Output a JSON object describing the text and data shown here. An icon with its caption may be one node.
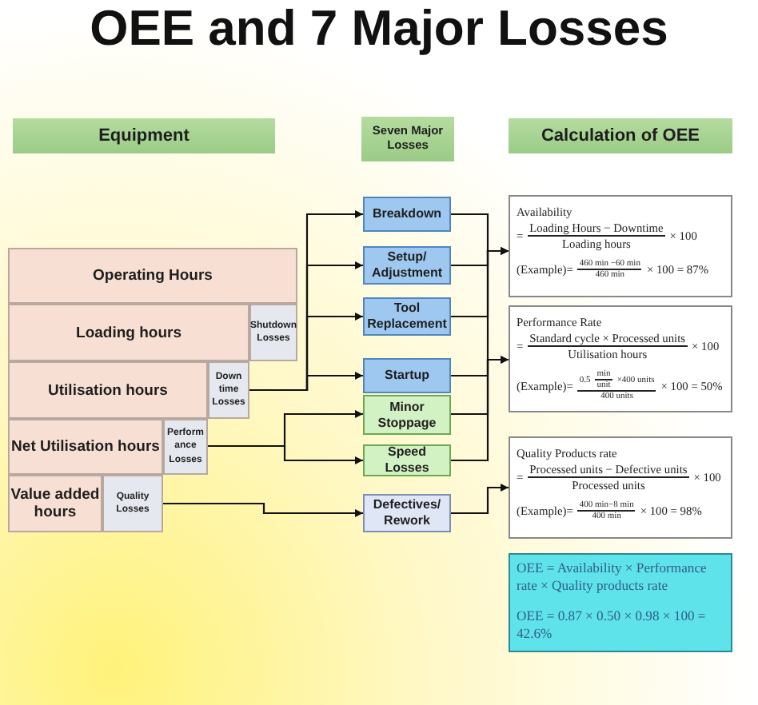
{
  "diagram": {
    "title": "OEE and 7 Major Losses",
    "nodes": [
      {
        "text": [
          "Equipment"
        ]
      },
      {
        "text": [
          "Seven Major Losses"
        ]
      },
      {
        "text": [
          "Calculation of OEE"
        ]
      },
      {
        "text": [
          "Operating Hours"
        ]
      },
      {
        "text": [
          "Loading hours"
        ]
      },
      {
        "text": [
          "Shutdown Losses"
        ]
      },
      {
        "text": [
          "Utilisation hours"
        ]
      },
      {
        "text": [
          "Down time Losses"
        ]
      },
      {
        "text": [
          "Net Utilisation hours"
        ]
      },
      {
        "text": [
          "Perform ance Losses"
        ]
      },
      {
        "text": [
          "Value added hours"
        ]
      },
      {
        "text": [
          "Quality Losses"
        ]
      },
      {
        "text": [
          "Breakdown"
        ]
      },
      {
        "text": [
          "Setup/ Adjustment"
        ]
      },
      {
        "text": [
          "Tool Replacement"
        ]
      },
      {
        "text": [
          "Startup"
        ]
      },
      {
        "text": [
          "Minor Stoppage"
        ]
      },
      {
        "text": [
          "Speed Losses"
        ]
      },
      {
        "text": [
          "Defectives/ Rework"
        ]
      },
      {
        "text": [
          "Availability",
          "=",
          "Loading Hours − Downtime",
          "Loading hours",
          "× 100",
          "(Example)",
          "=",
          "460 min −60 min",
          "460 min",
          "× 100 = 87%"
        ]
      },
      {
        "text": [
          "Performance Rate",
          "=",
          "Standard cycle × Processed units",
          "Utilisation hours",
          "× 100",
          "(Example)",
          "=",
          "0.5",
          "min",
          "unit",
          "×400 units",
          "400 units",
          "× 100 = 50%"
        ]
      },
      {
        "text": [
          "Quality Products rate",
          "=",
          "Processed units − Defective units",
          "Processed units",
          "× 100",
          "(Example)",
          "=",
          "400 min−8 min",
          "400 min",
          "× 100 = 98%"
        ]
      },
      {
        "text": [
          "OEE = Availability × Performance rate × Quality products rate",
          "OEE = 0.87 × 0.50 × 0.98 × 100 = 42.6%"
        ]
      }
    ],
    "edges": [
      {
        "from": 7,
        "to": 12,
        "arrow": "to"
      },
      {
        "from": 7,
        "to": 13,
        "arrow": "to"
      },
      {
        "from": 7,
        "to": 14,
        "arrow": "to"
      },
      {
        "from": 7,
        "to": 15,
        "arrow": "to"
      },
      {
        "from": 9,
        "to": 16,
        "arrow": "to"
      },
      {
        "from": 9,
        "to": 17,
        "arrow": "to"
      },
      {
        "from": 11,
        "to": 18,
        "arrow": "to"
      },
      {
        "from": 12,
        "to": 19,
        "arrow": "to"
      },
      {
        "from": 13,
        "to": 19,
        "arrow": "to"
      },
      {
        "from": 14,
        "to": 19,
        "arrow": "to"
      },
      {
        "from": 15,
        "to": 19,
        "arrow": "to"
      },
      {
        "from": 16,
        "to": 20,
        "arrow": "to"
      },
      {
        "from": 17,
        "to": 20,
        "arrow": "to"
      },
      {
        "from": 18,
        "to": 21,
        "arrow": "to"
      }
    ]
  }
}
